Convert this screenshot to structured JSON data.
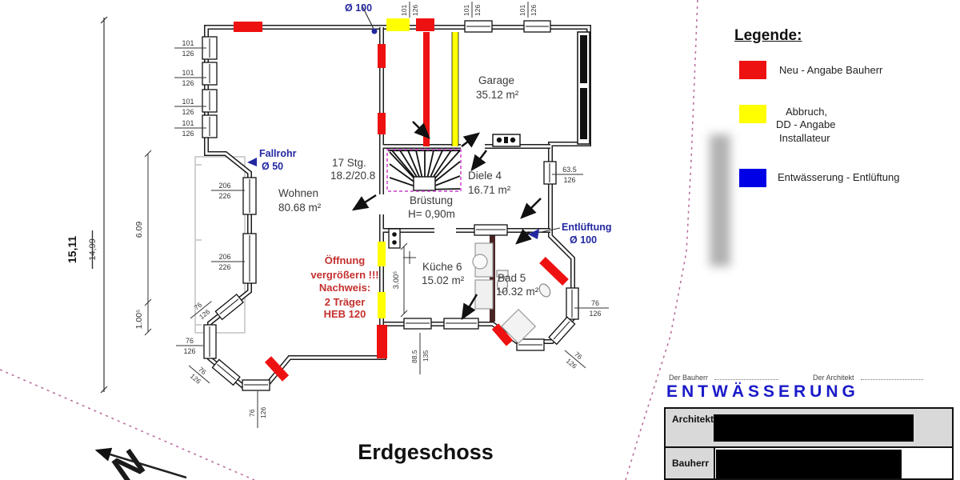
{
  "plan": {
    "floor_title": "Erdgeschoss",
    "north_label": "N",
    "rooms": {
      "garage": {
        "name": "Garage",
        "area": "35.12 m²"
      },
      "wohnen": {
        "name": "Wohnen",
        "area": "80.68 m²"
      },
      "diele": {
        "name": "Diele 4",
        "area": "16.71 m²"
      },
      "kueche": {
        "name": "Küche 6",
        "area": "15.02 m²"
      },
      "bad": {
        "name": "Bad 5",
        "area": "10.32 m²"
      }
    },
    "stairs_label": {
      "l1": "17 Stg.",
      "l2": "18.2/20.8"
    },
    "bruestung": {
      "l1": "Brüstung",
      "l2": "H= 0,90m"
    },
    "notes": {
      "fallrohr": {
        "l1": "Fallrohr",
        "l2": "Ø 50"
      },
      "vent_top": "Ø 100",
      "entlueftung": {
        "l1": "Entlüftung",
        "l2": "Ø 100"
      },
      "oeffnung": {
        "l1": "Öffnung",
        "l2": "vergrößern !!!",
        "l3": "Nachweis:",
        "l4": "2 Träger",
        "l5": "HEB 120"
      }
    },
    "dims": {
      "total_new": "15,11",
      "total_old": "14,99",
      "d609": "6.09",
      "d100": "1.00⁵",
      "d300": "3.00⁵",
      "w101": {
        "a": "101",
        "b": "126"
      },
      "w206": {
        "a": "206",
        "b": "226"
      },
      "w635": {
        "a": "63.5",
        "b": "126"
      },
      "w76": {
        "a": "76",
        "b": "126"
      },
      "w885": {
        "a": "88.5",
        "b": "135"
      }
    }
  },
  "legend": {
    "title": "Legende:",
    "items": [
      {
        "label": "Neu - Angabe Bauherr"
      },
      {
        "l1": "Abbruch,",
        "l2": "DD - Angabe",
        "l3": "Installateur"
      },
      {
        "label": "Entwässerung - Entlüftung"
      }
    ]
  },
  "titleblock": {
    "sig_bauherr": "Der Bauherr",
    "sig_architekt": "Der Architekt",
    "heading": "ENTWÄSSERUNG",
    "rows": [
      {
        "label": "Architekt"
      },
      {
        "label": "Bauherr"
      }
    ]
  },
  "colors": {
    "neu_red": "#ee1111",
    "abbruch_yellow": "#ffff00",
    "entwaesserung_blue": "#0000e6",
    "annotation_blue": "#2328a0",
    "note_red": "#c4302e",
    "boundary_magenta": "#b8739f",
    "stair_magenta": "#cc3fcc",
    "heading_blue": "#1a1ac8"
  }
}
